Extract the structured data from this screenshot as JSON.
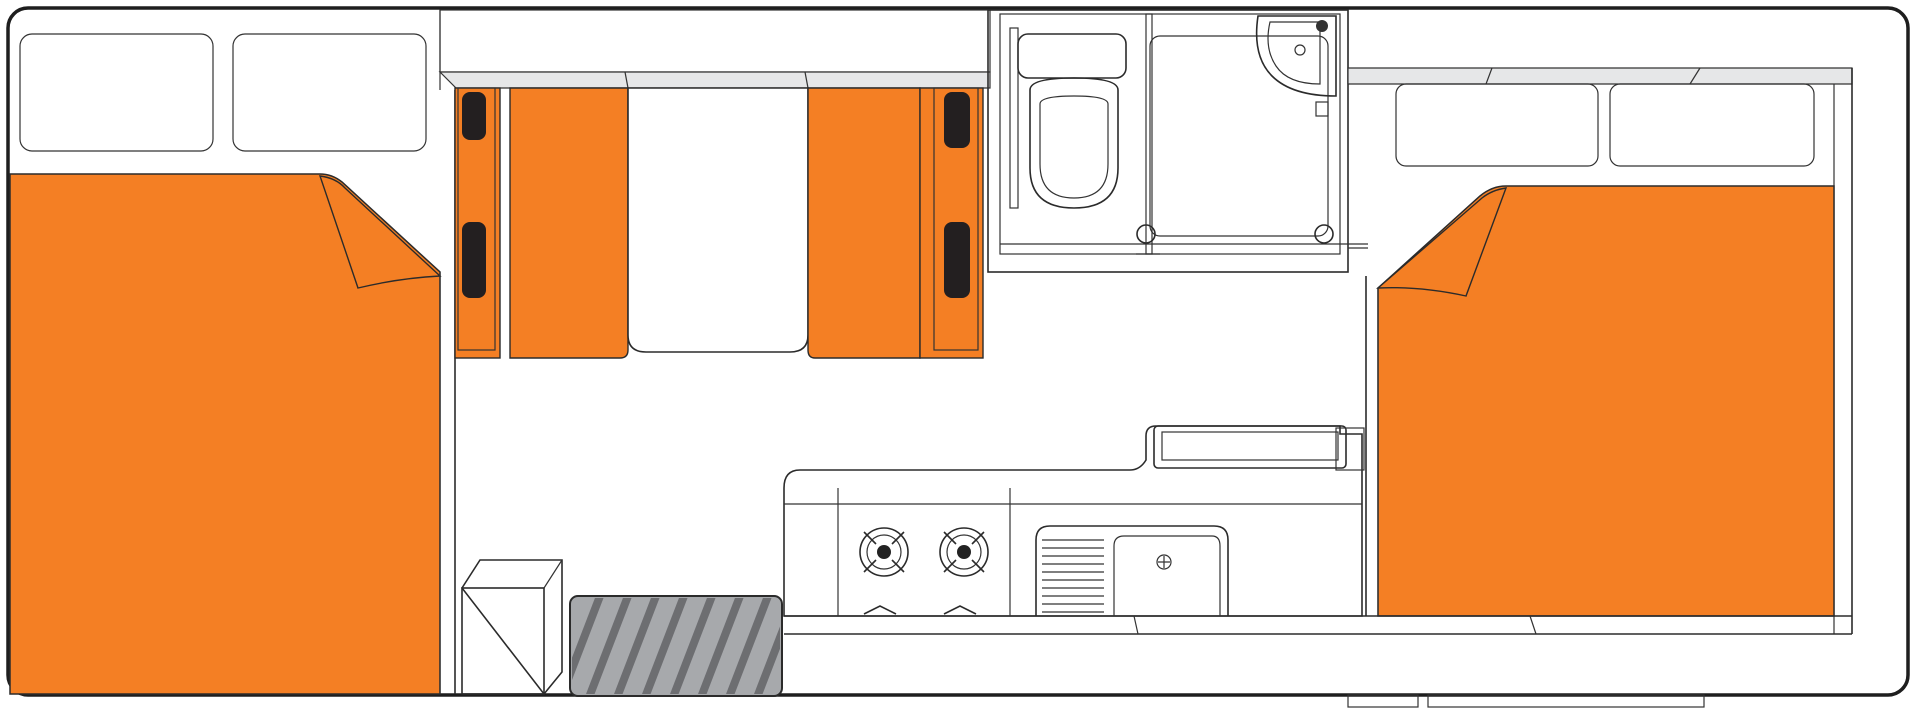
{
  "title": "",
  "colors": {
    "cushion": "#F47F24",
    "outline": "#2B2B2B",
    "hull": "#1E1E1E",
    "counter": "#E6E7E8",
    "mat": "#A7A9AC",
    "mat_stripe": "#6D6E71",
    "seatbelt": "#231F20",
    "background": "#FFFFFF"
  },
  "zones": [
    {
      "id": "rear-bed",
      "kind": "bed",
      "icon": "bed-icon"
    },
    {
      "id": "front-bed",
      "kind": "bed",
      "icon": "bed-icon"
    },
    {
      "id": "dinette",
      "kind": "seating",
      "icon": "seat-icon"
    },
    {
      "id": "dinette-table",
      "kind": "table",
      "icon": "table-icon"
    },
    {
      "id": "bathroom",
      "kind": "wet-room",
      "icon": "toilet-icon"
    },
    {
      "id": "shower",
      "kind": "shower",
      "icon": "shower-icon"
    },
    {
      "id": "kitchen",
      "kind": "galley",
      "icon": "stove-icon"
    },
    {
      "id": "sink",
      "kind": "sink",
      "icon": "sink-icon"
    },
    {
      "id": "fridge",
      "kind": "appliance",
      "icon": "fridge-icon"
    },
    {
      "id": "entry-mat",
      "kind": "doormat",
      "icon": "mat-icon"
    },
    {
      "id": "overhead-cabinets",
      "kind": "storage",
      "icon": "cabinet-icon"
    }
  ]
}
